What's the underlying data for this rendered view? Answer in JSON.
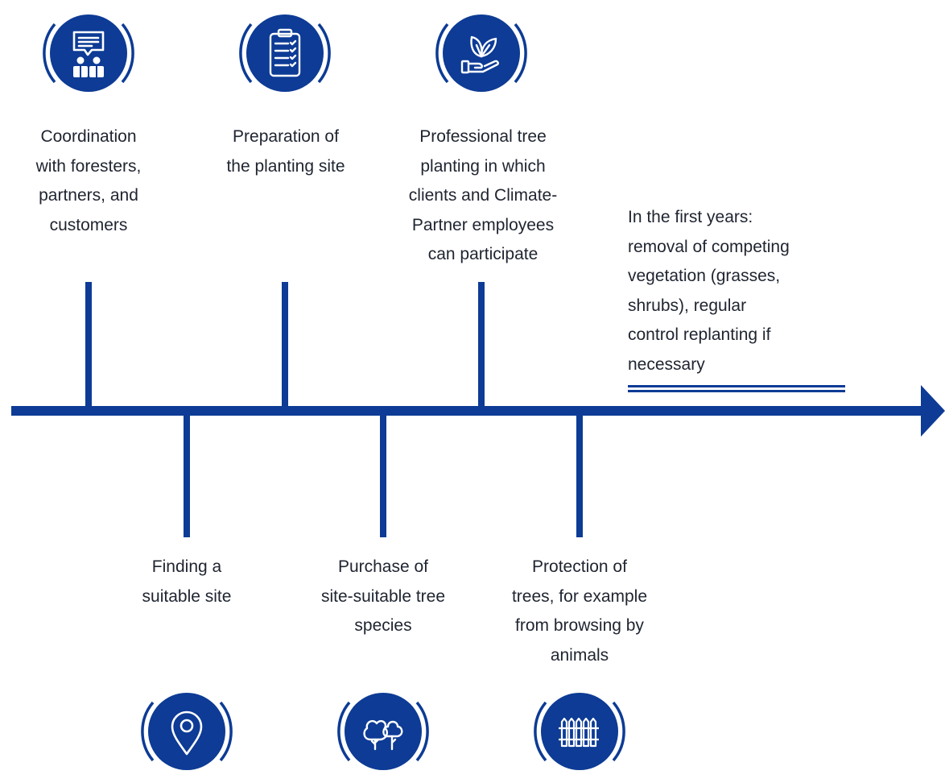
{
  "timeline": {
    "steps_above": [
      {
        "id": "coordination",
        "icon": "people-conversation-icon",
        "lines": [
          "Coordination",
          "with foresters,",
          "partners, and",
          "customers"
        ]
      },
      {
        "id": "preparation",
        "icon": "clipboard-checklist-icon",
        "lines": [
          "Preparation of",
          "the planting site"
        ]
      },
      {
        "id": "planting",
        "icon": "hand-with-leaves-icon",
        "lines": [
          "Professional tree",
          "planting in which",
          "clients and Climate-",
          "Partner employees",
          "can participate"
        ]
      }
    ],
    "steps_below": [
      {
        "id": "finding",
        "icon": "map-pin-icon",
        "lines": [
          "Finding a",
          "suitable site"
        ]
      },
      {
        "id": "purchase",
        "icon": "trees-icon",
        "lines": [
          "Purchase of",
          "site-suitable tree",
          "species"
        ]
      },
      {
        "id": "protection",
        "icon": "fence-icon",
        "lines": [
          "Protection of",
          "trees, for example",
          "from browsing by",
          "animals"
        ]
      }
    ],
    "final_step": {
      "lines": [
        "In the first years:",
        "removal of competing",
        "vegetation (grasses,",
        "shrubs), regular",
        "control replanting if",
        "necessary"
      ]
    }
  },
  "colors": {
    "primary": "#0d3b95",
    "text": "#1f2430",
    "background": "#ffffff"
  }
}
